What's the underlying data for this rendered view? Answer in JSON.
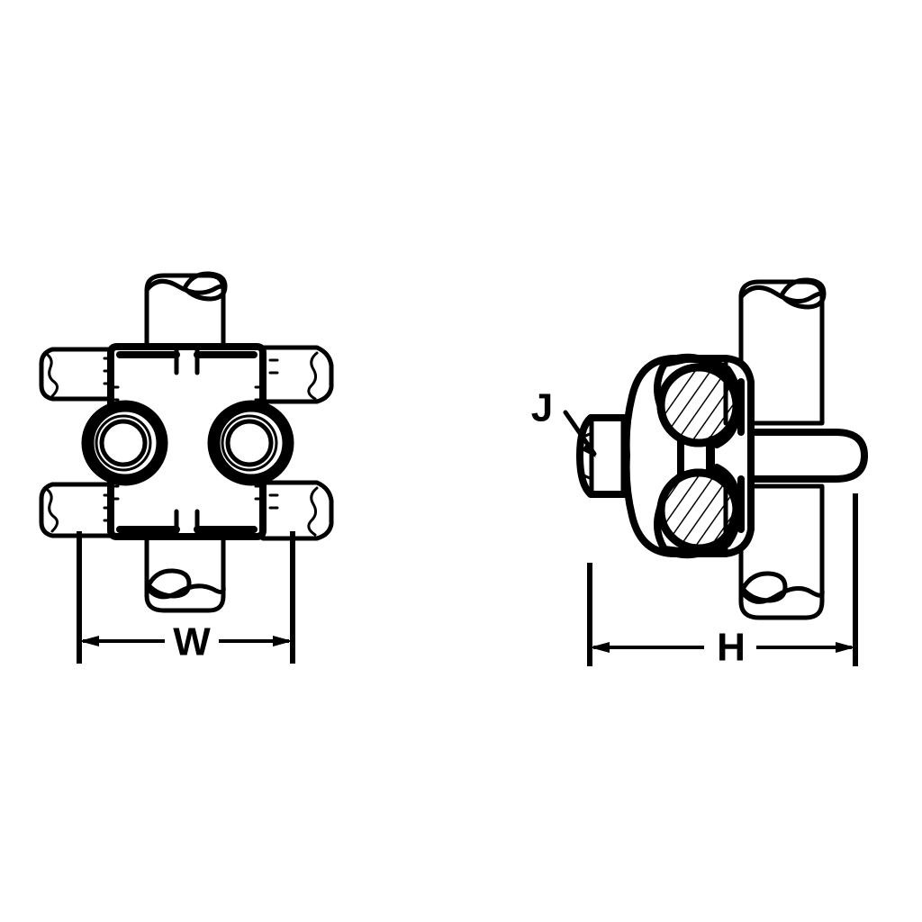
{
  "drawing": {
    "title": "Wire Rope Clip Dimensional Drawing",
    "background_color": "#ffffff",
    "line_color": "#000000",
    "views": [
      {
        "name": "front-view",
        "description": "Front view of double-saddle wire rope clip showing two bolt heads and four rope ends",
        "dimension_label": "W"
      },
      {
        "name": "side-view",
        "description": "Side view of wire rope clip showing hex nut, bolt shaft, saddle jaws and two hatched rope cross-sections",
        "dimension_label": "H",
        "callout_label": "J"
      }
    ],
    "labels": {
      "width_label": "W",
      "height_label": "H",
      "nut_callout": "J"
    }
  }
}
